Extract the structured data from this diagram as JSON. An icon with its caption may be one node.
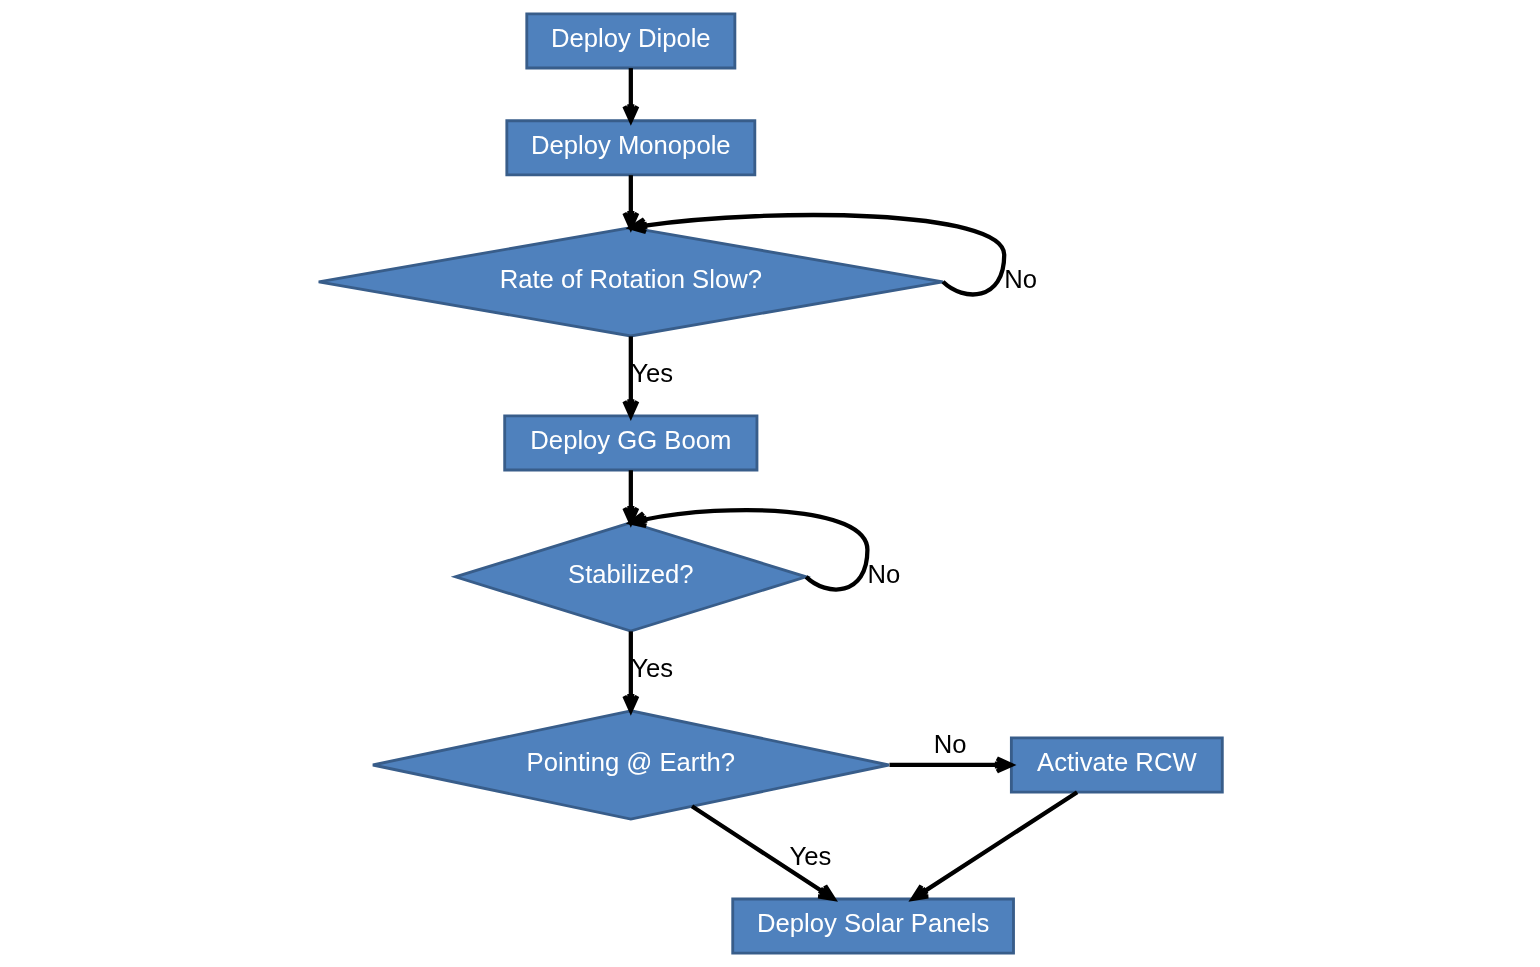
{
  "diagram": {
    "nodes": [
      {
        "text": [
          "Deploy Dipole"
        ]
      },
      {
        "text": [
          "Deploy Monopole"
        ]
      },
      {
        "text": [
          "Rate of Rotation Slow?"
        ]
      },
      {
        "text": [
          "Deploy GG Boom"
        ]
      },
      {
        "text": [
          "Stabilized?"
        ]
      },
      {
        "text": [
          "Pointing @ Earth?"
        ]
      },
      {
        "text": [
          "Activate RCW"
        ]
      },
      {
        "text": [
          "Deploy Solar Panels"
        ]
      }
    ],
    "edges": [
      {
        "from": 0,
        "to": 1,
        "arrow": "to"
      },
      {
        "from": 1,
        "to": 2,
        "arrow": "to"
      },
      {
        "from": 2,
        "to": 2,
        "arrow": "to",
        "label": "No"
      },
      {
        "from": 2,
        "to": 3,
        "arrow": "to",
        "label": "Yes"
      },
      {
        "from": 3,
        "to": 4,
        "arrow": "to"
      },
      {
        "from": 4,
        "to": 4,
        "arrow": "to",
        "label": "No"
      },
      {
        "from": 4,
        "to": 5,
        "arrow": "to",
        "label": "Yes"
      },
      {
        "from": 5,
        "to": 7,
        "arrow": "to",
        "label": "Yes"
      },
      {
        "from": 5,
        "to": 6,
        "arrow": "to",
        "label": "No"
      },
      {
        "from": 6,
        "to": 7,
        "arrow": "to"
      }
    ]
  }
}
